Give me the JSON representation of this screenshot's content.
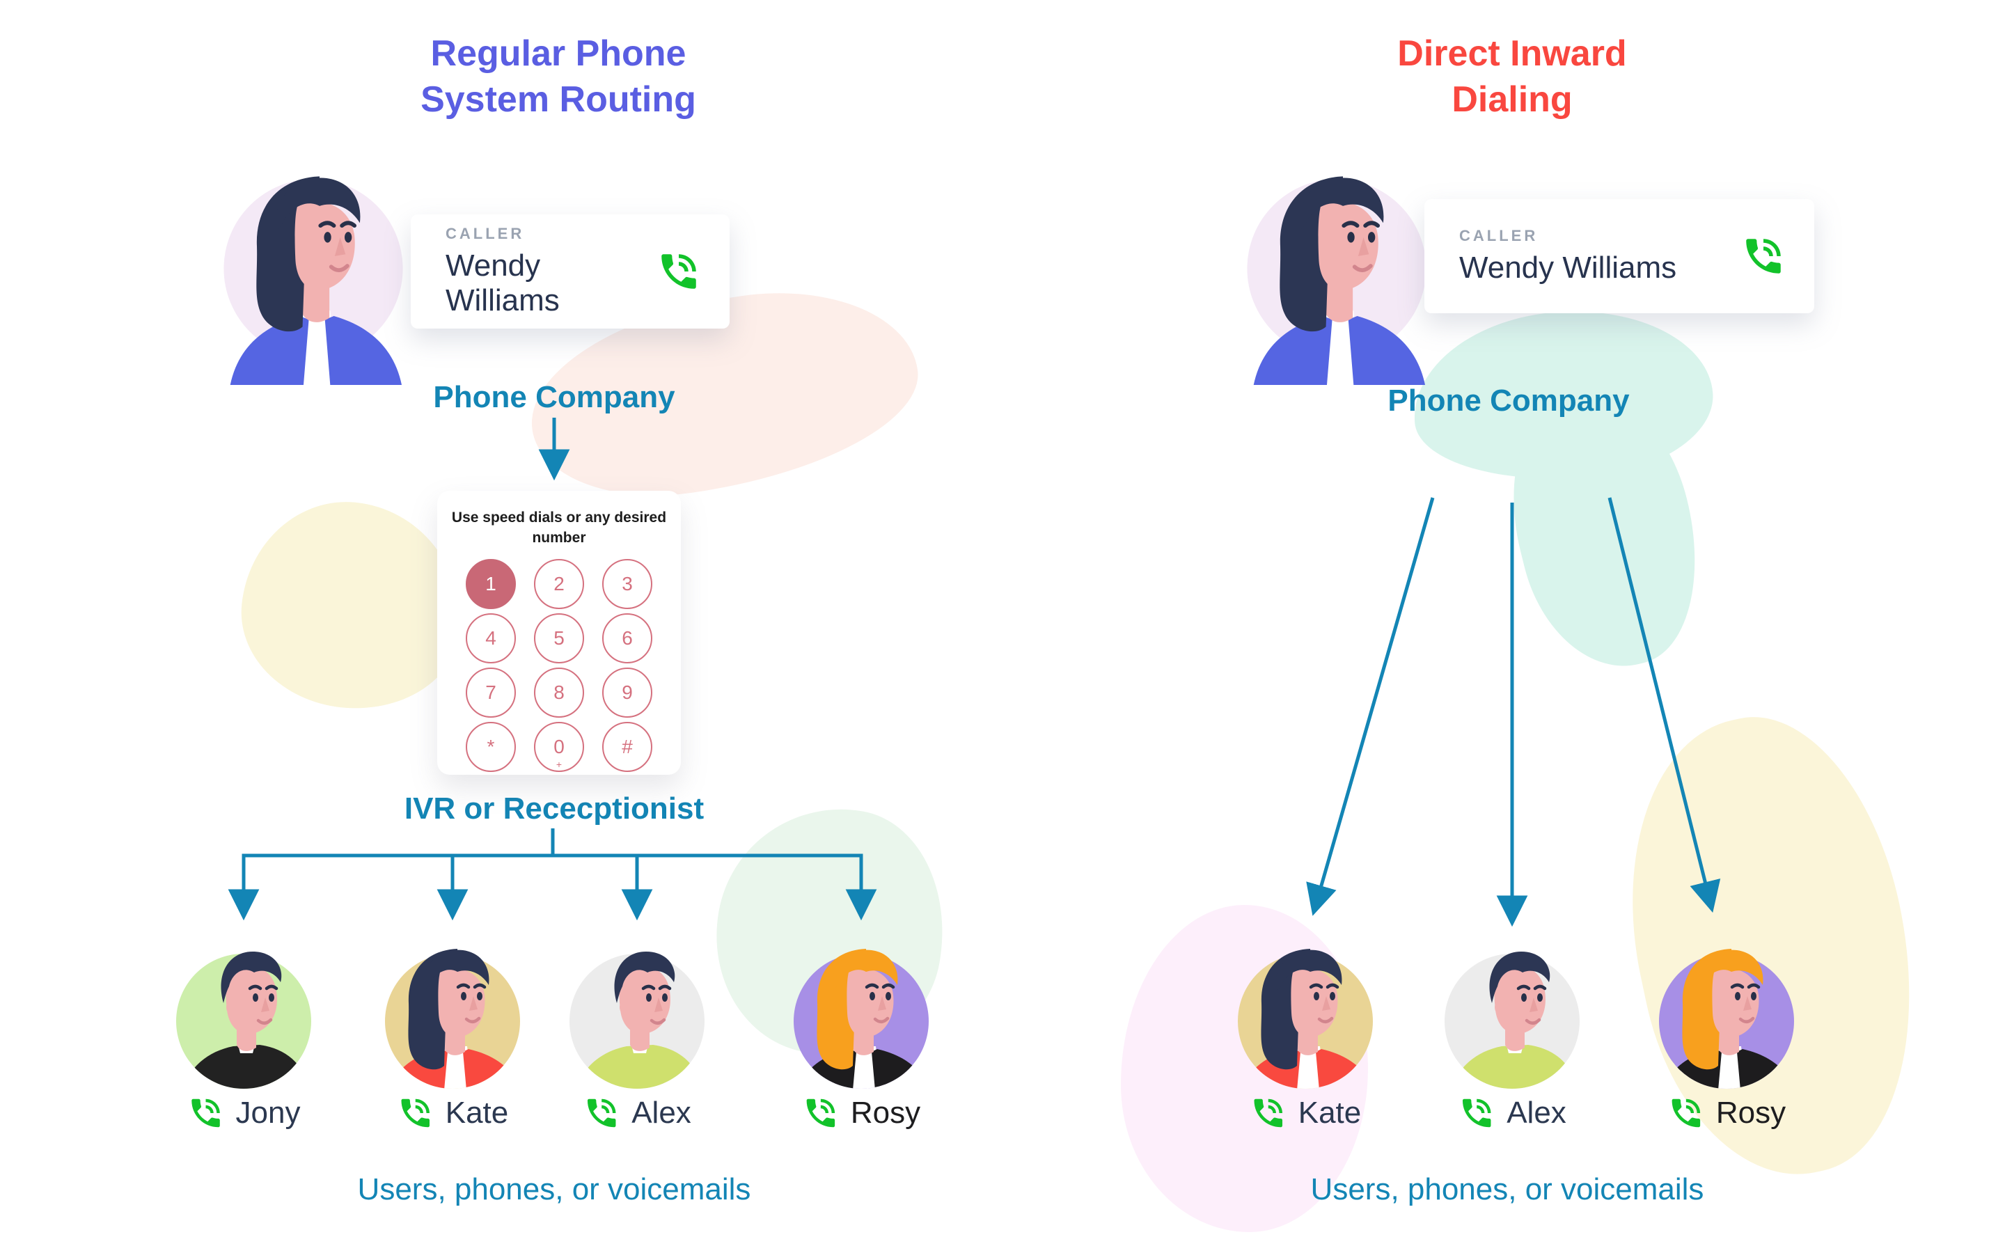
{
  "colors": {
    "accent_teal": "#1385b5",
    "title_purple": "#5a5ee2",
    "title_red": "#f9473f",
    "phone_green": "#12c22a",
    "name_navy": "#2b3850",
    "caller_label_gray": "#9aa3b1",
    "keypad_rose": "#d5717f",
    "keypad_active_fill": "#c96876"
  },
  "left": {
    "title_lines": [
      "Regular Phone",
      "System Routing"
    ],
    "caller": {
      "label": "CALLER",
      "name": "Wendy Williams"
    },
    "phone_company_label": "Phone Company",
    "keypad": {
      "instruction_lines": [
        "Use speed dials or any desired",
        "number"
      ],
      "keys": [
        "1",
        "2",
        "3",
        "4",
        "5",
        "6",
        "7",
        "8",
        "9",
        "*",
        "0",
        "#"
      ],
      "active_key": "1",
      "zero_subscript": "+"
    },
    "ivr_label": "IVR or Rececptionist",
    "users_label": "Users, phones, or voicemails",
    "people": [
      {
        "name": "Jony",
        "gender": "male",
        "bg": "#cdeeab",
        "hair": "#2c3654",
        "skin": "#f2b2b1",
        "shirt": "#222222",
        "name_color": "#2b3850"
      },
      {
        "name": "Kate",
        "gender": "female",
        "bg": "#e9d495",
        "hair": "#2c3654",
        "skin": "#f2b2b1",
        "jacket": "#f9493f",
        "shirt": "#ffffff",
        "name_color": "#2b3850"
      },
      {
        "name": "Alex",
        "gender": "male",
        "bg": "#ececec",
        "hair": "#2c3654",
        "skin": "#f2b2b1",
        "shirt": "#cfe06d",
        "name_color": "#2b3850"
      },
      {
        "name": "Rosy",
        "gender": "female",
        "bg": "#a78fe6",
        "hair": "#f8a01e",
        "skin": "#f2b2b1",
        "jacket": "#1d1c1e",
        "shirt": "#ffffff",
        "name_color": "#1d1d1f"
      }
    ]
  },
  "right": {
    "title_lines": [
      "Direct Inward",
      "Dialing"
    ],
    "caller": {
      "label": "CALLER",
      "name": "Wendy Williams"
    },
    "phone_company_label": "Phone Company",
    "users_label": "Users, phones, or voicemails",
    "people": [
      {
        "name": "Kate",
        "gender": "female",
        "bg": "#e9d495",
        "hair": "#2c3654",
        "skin": "#f2b2b1",
        "jacket": "#f9493f",
        "shirt": "#ffffff",
        "name_color": "#2b3850"
      },
      {
        "name": "Alex",
        "gender": "male",
        "bg": "#ececec",
        "hair": "#2c3654",
        "skin": "#f2b2b1",
        "shirt": "#cfe06d",
        "name_color": "#2b3850"
      },
      {
        "name": "Rosy",
        "gender": "female",
        "bg": "#a78fe6",
        "hair": "#f8a01e",
        "skin": "#f2b2b1",
        "jacket": "#1d1c1e",
        "shirt": "#ffffff",
        "name_color": "#1d1d1f"
      }
    ]
  },
  "caller_avatar": {
    "gender": "wendy",
    "bg": "#f4e9f6",
    "hair": "#2c3654",
    "skin": "#f2b2b1",
    "jacket": "#5565e2",
    "shirt": "#ffffff"
  }
}
